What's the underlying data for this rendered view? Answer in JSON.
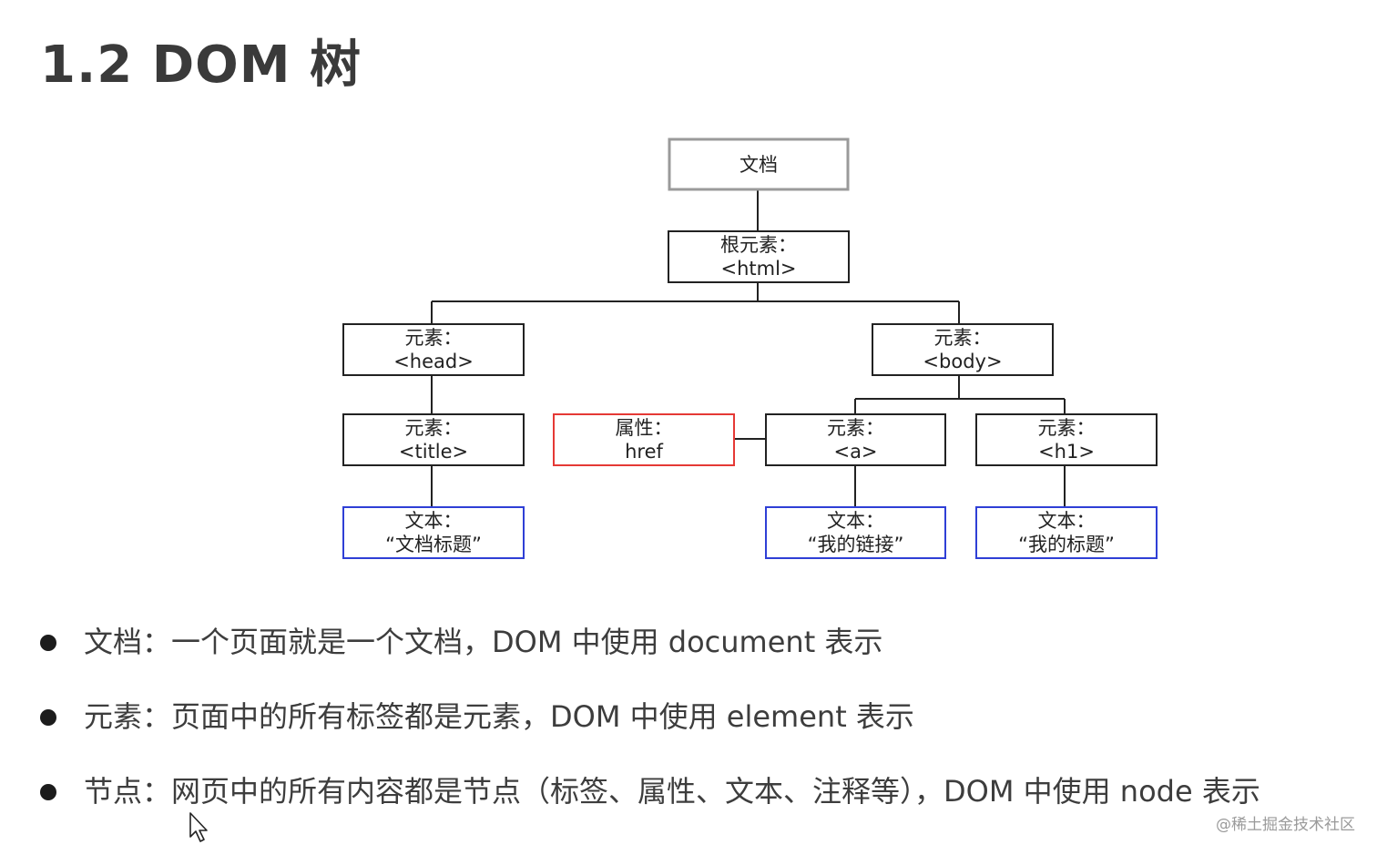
{
  "slide": {
    "title": "1.2 DOM 树",
    "colors": {
      "normal_border": "#222222",
      "document_border": "#9a9a9a",
      "attribute_border": "#e53935",
      "text_border": "#2f3fd6"
    }
  },
  "tree": {
    "document": {
      "line1": "文档",
      "line2": ""
    },
    "html": {
      "line1": "根元素：",
      "line2": "<html>"
    },
    "head": {
      "line1": "元素：",
      "line2": "<head>"
    },
    "body": {
      "line1": "元素：",
      "line2": "<body>"
    },
    "title": {
      "line1": "元素：",
      "line2": "<title>"
    },
    "attr_href": {
      "line1": "属性：",
      "line2": "href"
    },
    "a": {
      "line1": "元素：",
      "line2": "<a>"
    },
    "h1": {
      "line1": "元素：",
      "line2": "<h1>"
    },
    "text_title": {
      "line1": "文本：",
      "line2": "“文档标题”"
    },
    "text_a": {
      "line1": "文本：",
      "line2": "“我的链接”"
    },
    "text_h1": {
      "line1": "文本：",
      "line2": "“我的标题”"
    }
  },
  "bullets": [
    "文档：一个页面就是一个文档，DOM 中使用 document 表示",
    "元素：页面中的所有标签都是元素，DOM 中使用 element 表示",
    "节点：网页中的所有内容都是节点（标签、属性、文本、注释等），DOM 中使用 node 表示"
  ],
  "watermark": "@稀土掘金技术社区",
  "icons": {
    "cursor": "mouse-pointer-icon"
  }
}
